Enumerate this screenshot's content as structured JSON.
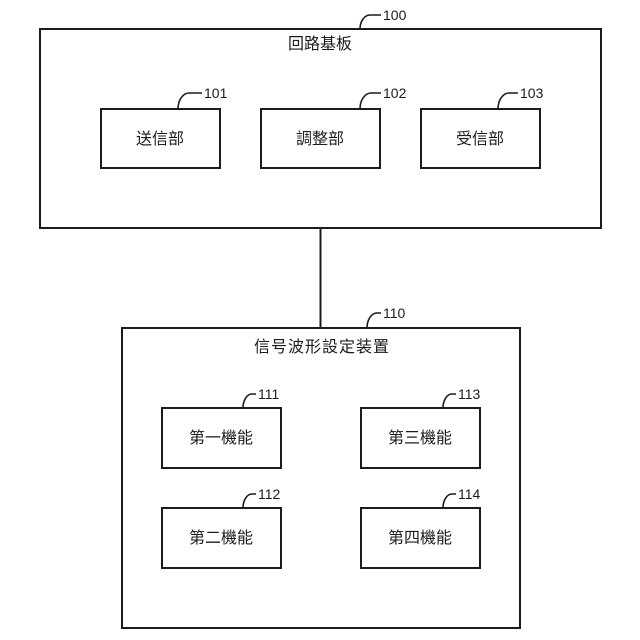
{
  "colors": {
    "line": "#1c1c1c",
    "background": "#ffffff"
  },
  "circuit_board": {
    "ref": "100",
    "title": "回路基板",
    "units": [
      {
        "ref": "101",
        "label": "送信部"
      },
      {
        "ref": "102",
        "label": "調整部"
      },
      {
        "ref": "103",
        "label": "受信部"
      }
    ]
  },
  "signal_device": {
    "ref": "110",
    "title": "信号波形設定装置",
    "functions": [
      {
        "ref": "111",
        "label": "第一機能"
      },
      {
        "ref": "112",
        "label": "第二機能"
      },
      {
        "ref": "113",
        "label": "第三機能"
      },
      {
        "ref": "114",
        "label": "第四機能"
      }
    ]
  }
}
